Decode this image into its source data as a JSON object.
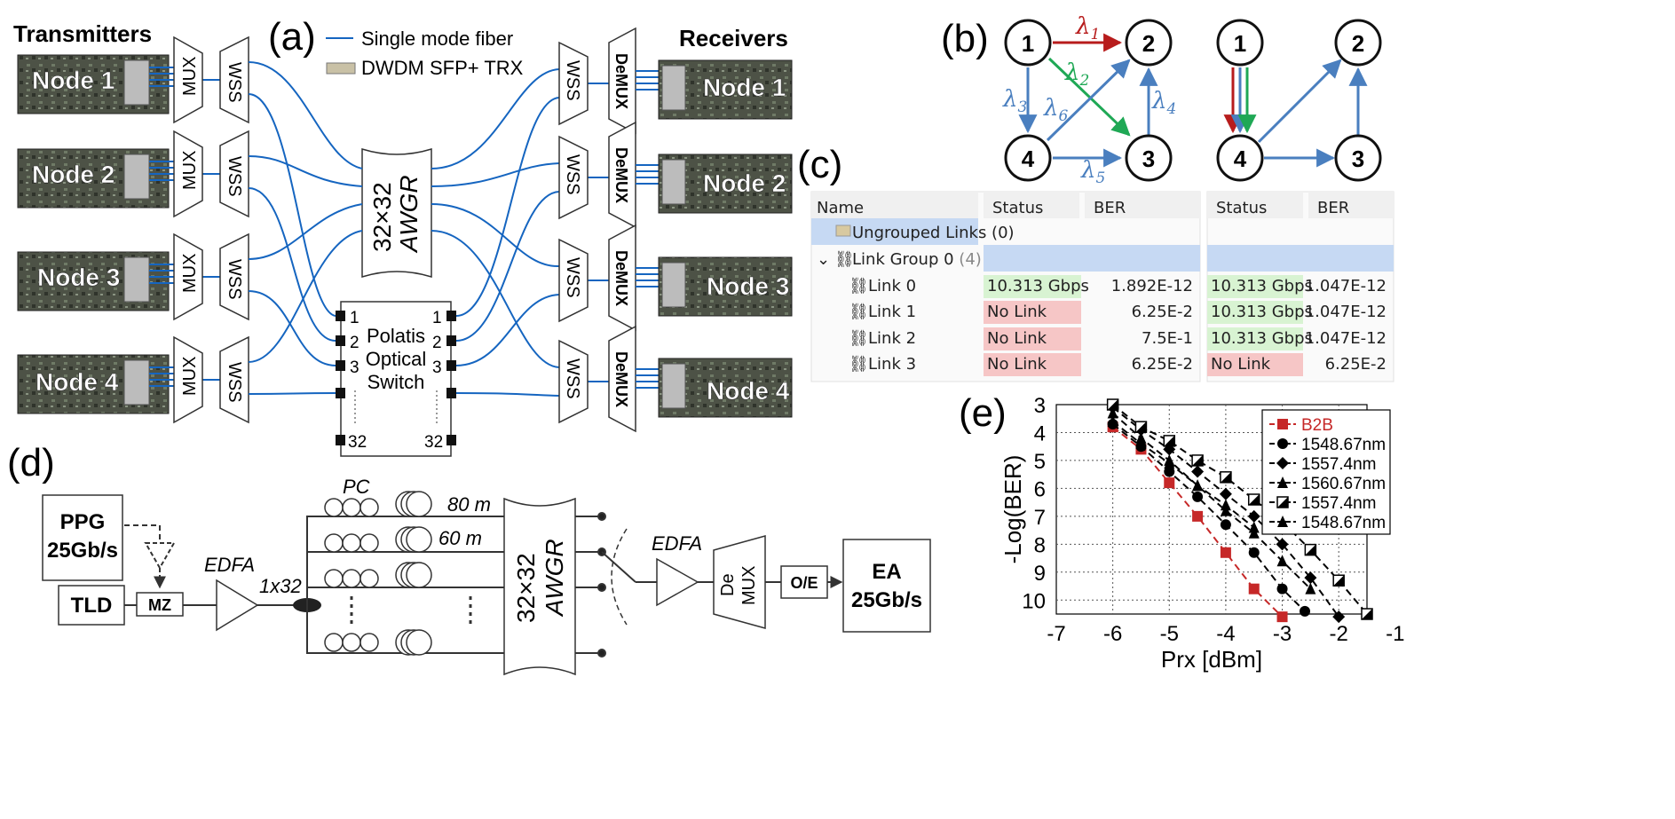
{
  "panel_labels": {
    "a": "(a)",
    "b": "(b)",
    "c": "(c)",
    "d": "(d)",
    "e": "(e)"
  },
  "panel_a": {
    "transmitters_title": "Transmitters",
    "receivers_title": "Receivers",
    "legend_fiber": "Single mode fiber",
    "legend_trx": "DWDM SFP+ TRX",
    "tx_nodes": [
      "Node 1",
      "Node 2",
      "Node 3",
      "Node 4"
    ],
    "rx_nodes": [
      "Node 1",
      "Node 2",
      "Node 3",
      "Node 4"
    ],
    "mux": "MUX",
    "wss": "WSS",
    "demux": "DeMUX",
    "awgr_line1": "32×32",
    "awgr_line2": "AWGR",
    "switch_line1": "Polatis",
    "switch_line2": "Optical",
    "switch_line3": "Switch",
    "switch_ports": [
      "1",
      "2",
      "3",
      "32"
    ]
  },
  "panel_b": {
    "nodes": [
      "1",
      "2",
      "3",
      "4"
    ],
    "lambda1": "λ",
    "sub1": "1",
    "sub2": "2",
    "sub3": "3",
    "sub4": "4",
    "sub5": "5",
    "sub6": "6",
    "colors": {
      "red": "#b71c1c",
      "green": "#1fa855",
      "blue": "#4a7fbf"
    }
  },
  "panel_c": {
    "col_name": "Name",
    "col_status": "Status",
    "col_ber": "BER",
    "ungrouped": "Ungrouped Links (0)",
    "group": "Link Group 0",
    "group_count": "(4)",
    "links": [
      {
        "name": "Link 0",
        "status1": "10.313 Gbps",
        "ber1": "1.892E-12",
        "status2": "10.313 Gbps",
        "ber2": "1.047E-12"
      },
      {
        "name": "Link 1",
        "status1": "No Link",
        "ber1": "6.25E-2",
        "status2": "10.313 Gbps",
        "ber2": "1.047E-12"
      },
      {
        "name": "Link 2",
        "status1": "No Link",
        "ber1": "7.5E-1",
        "status2": "10.313 Gbps",
        "ber2": "1.047E-12"
      },
      {
        "name": "Link 3",
        "status1": "No Link",
        "ber1": "6.25E-2",
        "status2": "No Link",
        "ber2": "6.25E-2"
      }
    ]
  },
  "panel_d": {
    "ppg_line1": "PPG",
    "ppg_line2": "25Gb/s",
    "tld": "TLD",
    "mz": "MZ",
    "edfa": "EDFA",
    "splitter": "1x32",
    "pc": "PC",
    "len80": "80 m",
    "len60": "60 m",
    "awgr_line1": "32×32",
    "awgr_line2": "AWGR",
    "edfa2": "EDFA",
    "demux_line1": "De",
    "demux_line2": "MUX",
    "oe": "O/E",
    "ea_line1": "EA",
    "ea_line2": "25Gb/s"
  },
  "chart_data": {
    "type": "line",
    "xlabel": "Prx [dBm]",
    "ylabel": "-Log(BER)",
    "xlim": [
      -7,
      -1.5
    ],
    "ylim": [
      3,
      10.5
    ],
    "x_ticks": [
      "-7",
      "-6",
      "-5",
      "-4",
      "-3",
      "-2",
      "-1"
    ],
    "y_ticks": [
      "3",
      "4",
      "5",
      "6",
      "7",
      "8",
      "9",
      "10"
    ],
    "grid": true,
    "legend_position": "top-right",
    "series": [
      {
        "name": "B2B",
        "color": "#c62828",
        "marker": "square",
        "x": [
          -6,
          -5.5,
          -5,
          -4.5,
          -4,
          -3.5,
          -3
        ],
        "y": [
          3.8,
          4.6,
          5.8,
          7.0,
          8.3,
          9.6,
          10.6
        ]
      },
      {
        "name": "1548.67nm",
        "color": "#000",
        "marker": "circle",
        "x": [
          -6,
          -5.5,
          -5,
          -4.5,
          -4,
          -3.5,
          -3,
          -2.6
        ],
        "y": [
          3.7,
          4.5,
          5.4,
          6.3,
          7.3,
          8.3,
          9.6,
          10.4
        ]
      },
      {
        "name": "1557.4nm",
        "color": "#000",
        "marker": "diamond",
        "x": [
          -6,
          -5.5,
          -5,
          -4.5,
          -4,
          -3.5,
          -3,
          -2.5,
          -2
        ],
        "y": [
          3.1,
          3.9,
          4.6,
          5.4,
          6.2,
          7.0,
          8.0,
          9.2,
          10.6
        ]
      },
      {
        "name": "1560.67nm",
        "color": "#000",
        "marker": "triangle",
        "x": [
          -6,
          -5.5,
          -5,
          -4.5,
          -4,
          -3.5,
          -3,
          -2.5
        ],
        "y": [
          3.3,
          4.2,
          5.0,
          5.9,
          6.8,
          7.6,
          8.6,
          9.6
        ]
      },
      {
        "name": "1557.4nm",
        "color": "#000",
        "marker": "halfsquare",
        "x": [
          -6,
          -5.5,
          -5,
          -4.5,
          -4,
          -3.5,
          -3,
          -2.5,
          -2,
          -1.5
        ],
        "y": [
          3.0,
          3.8,
          4.3,
          5.0,
          5.6,
          6.4,
          7.2,
          8.2,
          9.3,
          10.5
        ]
      },
      {
        "name": "1548.67nm",
        "color": "#000",
        "marker": "triangle",
        "x": [
          -6,
          -5.5,
          -5,
          -4.5,
          -4,
          -3.5
        ],
        "y": [
          3.6,
          4.4,
          5.1,
          5.9,
          6.6,
          7.4
        ]
      }
    ]
  }
}
